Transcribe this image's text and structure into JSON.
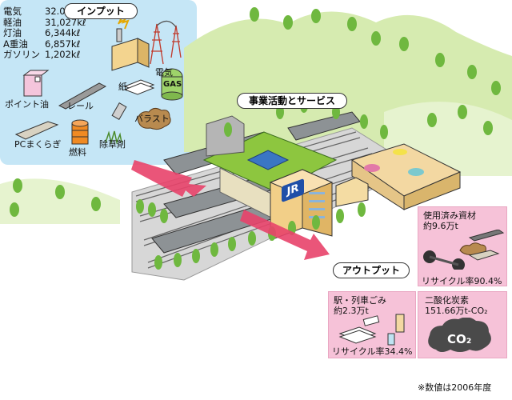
{
  "input": {
    "title": "インプット",
    "items": [
      {
        "name": "電気",
        "value": "32.07億kWh"
      },
      {
        "name": "軽油",
        "value": "31,027kℓ"
      },
      {
        "name": "灯油",
        "value": "6,344kℓ"
      },
      {
        "name": "A重油",
        "value": "6,857kℓ"
      },
      {
        "name": "ガソリン",
        "value": "1,202kℓ"
      }
    ],
    "icons": {
      "electricity": "電気",
      "gas": "GAS",
      "point_oil": "ポイント油",
      "rail": "レール",
      "paper": "紙",
      "ballast": "バラスト",
      "pc_sleeper": "PCまくらぎ",
      "fuel": "燃料",
      "herbicide": "除草剤"
    }
  },
  "center": {
    "title": "事業活動とサービス",
    "jr_logo": "JR"
  },
  "output": {
    "title": "アウトプット",
    "used_materials": {
      "title": "使用済み資材",
      "amount": "約9.6万t",
      "rate": "リサイクル率90.4%"
    },
    "station_waste": {
      "title": "駅・列車ごみ",
      "amount": "約2.3万t",
      "rate": "リサイクル率34.4%"
    },
    "co2": {
      "title": "二酸化炭素",
      "amount": "151.66万t-CO₂",
      "badge": "CO₂"
    }
  },
  "footnote": "※数値は2006年度",
  "colors": {
    "input_bg": "#c5e6f6",
    "output_bg": "#f6c2d8",
    "arrow": "#e8436a",
    "hill": "#d6ebb0",
    "roof_green": "#8dc63f"
  }
}
